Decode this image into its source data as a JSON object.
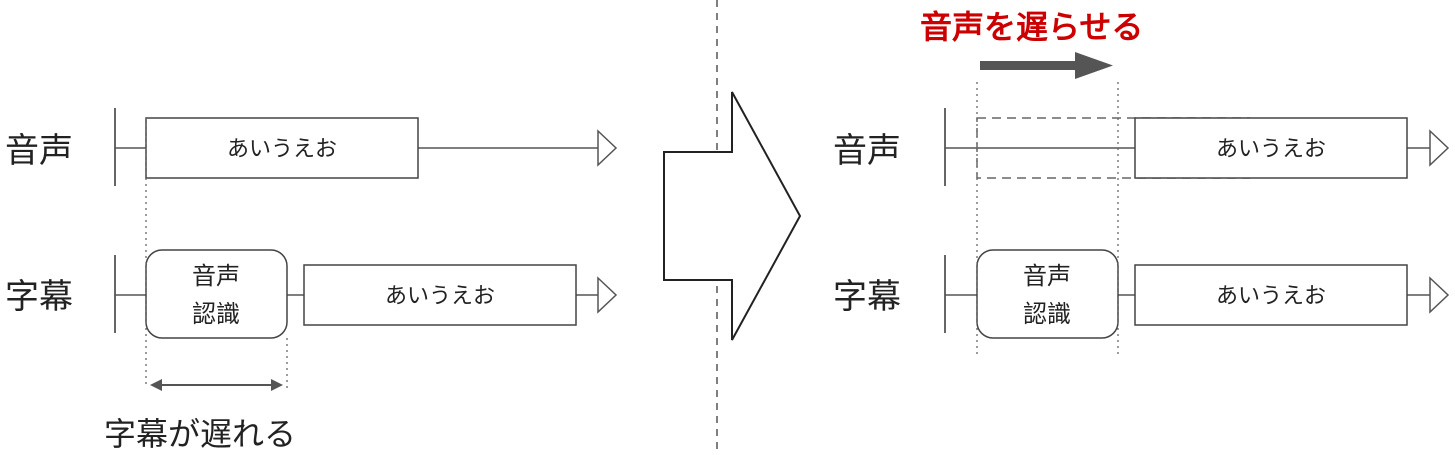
{
  "left": {
    "audio_label": "音声",
    "subtitle_label": "字幕",
    "audio_block": "あいうえお",
    "subtitle_block": "あいうえお",
    "recognition": [
      "音声",
      "認識"
    ],
    "caption": "字幕が遅れる"
  },
  "right": {
    "headline": "音声を遅らせる",
    "audio_label": "音声",
    "subtitle_label": "字幕",
    "audio_block": "あいうえお",
    "subtitle_block": "あいうえお",
    "recognition": [
      "音声",
      "認識"
    ]
  },
  "colors": {
    "line": "#555555",
    "box_stroke": "#444444",
    "headline": "#cc0000",
    "arrow": "#555555"
  }
}
